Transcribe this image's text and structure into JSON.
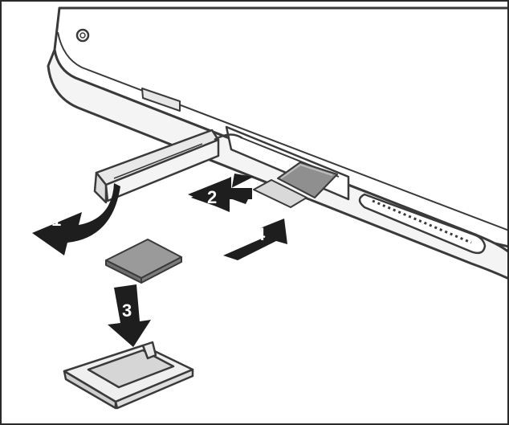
{
  "steps": [
    {
      "label": "1",
      "action": "pull-out-tray"
    },
    {
      "label": "2",
      "action": "remove-tray"
    },
    {
      "label": "3",
      "action": "place-sim"
    },
    {
      "label": "4",
      "action": "insert-tray"
    }
  ],
  "colors": {
    "line": "#3a3a3a",
    "device_fill": "#f4f4f4",
    "shadow_fill": "#d9d9d9",
    "sim_fill": "#8f8f8f",
    "arrow_fill": "#1e1e1e"
  }
}
